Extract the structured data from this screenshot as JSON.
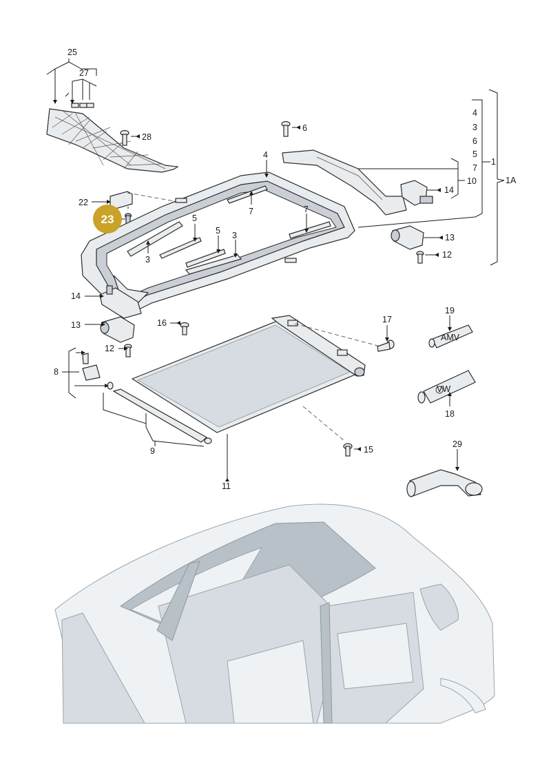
{
  "labels": {
    "l25": "25",
    "l27": "27",
    "l28": "28",
    "l22": "22",
    "l23": "23",
    "l6": "6",
    "l4a": "4",
    "l1": "1",
    "l1A": "1A",
    "l10": "10",
    "s4": "4",
    "s3": "3",
    "s6": "6",
    "s5": "5",
    "s7": "7",
    "l14a": "14",
    "l13a": "13",
    "l12a": "12",
    "l7a": "7",
    "l7b": "7",
    "l5a": "5",
    "l5b": "5",
    "l3a": "3",
    "l3b": "3",
    "l14b": "14",
    "l13b": "13",
    "l12b": "12",
    "l16": "16",
    "l17": "17",
    "l19": "19",
    "l18": "18",
    "l8": "8",
    "l9": "9",
    "l11": "11",
    "l15": "15",
    "l29": "29"
  },
  "highlight": {
    "label": "23",
    "color": "#c9a227"
  },
  "colors": {
    "line": "#1a1a1a",
    "part_fill": "#e9ecee",
    "car_fill": "#eef2f5"
  },
  "tube_texts": {
    "t19": "AMV",
    "t18": "VW"
  }
}
